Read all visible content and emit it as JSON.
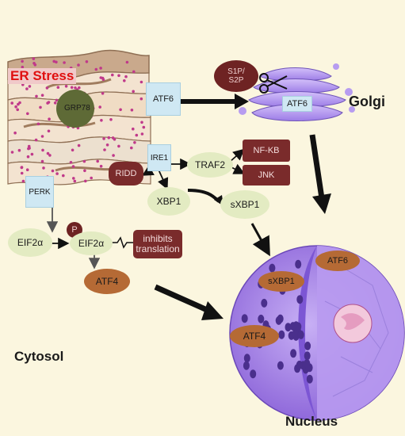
{
  "labels": {
    "er_stress": "ER Stress",
    "grp78": "GRP78",
    "atf6_er": "ATF6",
    "s1p_s2p": "S1P/\nS2P",
    "atf6_golgi": "ATF6",
    "golgi": "Golgi",
    "ire1": "IRE1",
    "traf2": "TRAF2",
    "nfkb": "NF-KB",
    "jnk": "JNK",
    "ridd": "RIDD",
    "perk": "PERK",
    "xbp1": "XBP1",
    "sxbp1": "sXBP1",
    "eif2a": "EIF2α",
    "p": "P",
    "eif2a_p": "EIF2α",
    "inhibits_translation": "inhibits\ntranslation",
    "atf4": "ATF4",
    "nucleus_sxbp1": "sXBP1",
    "nucleus_atf6": "ATF6",
    "nucleus_atf4": "ATF4",
    "cytosol": "Cytosol",
    "nucleus": "Nucleus"
  },
  "colors": {
    "background": "#fbf6df",
    "er_membrane": "#c9a98c",
    "er_lumen": "#f3e3d0",
    "dots": "#c0398a",
    "protein_box": "#cfe8f3",
    "effector_box": "#7a2b2b",
    "tf_oval": "#e3ebc2",
    "atf4_oval": "#b56a35",
    "nucleus_purple": "#a27ee6",
    "golgi_purple": "#b79cf0",
    "grp78": "#5e6a36",
    "arrow": "#111111"
  }
}
